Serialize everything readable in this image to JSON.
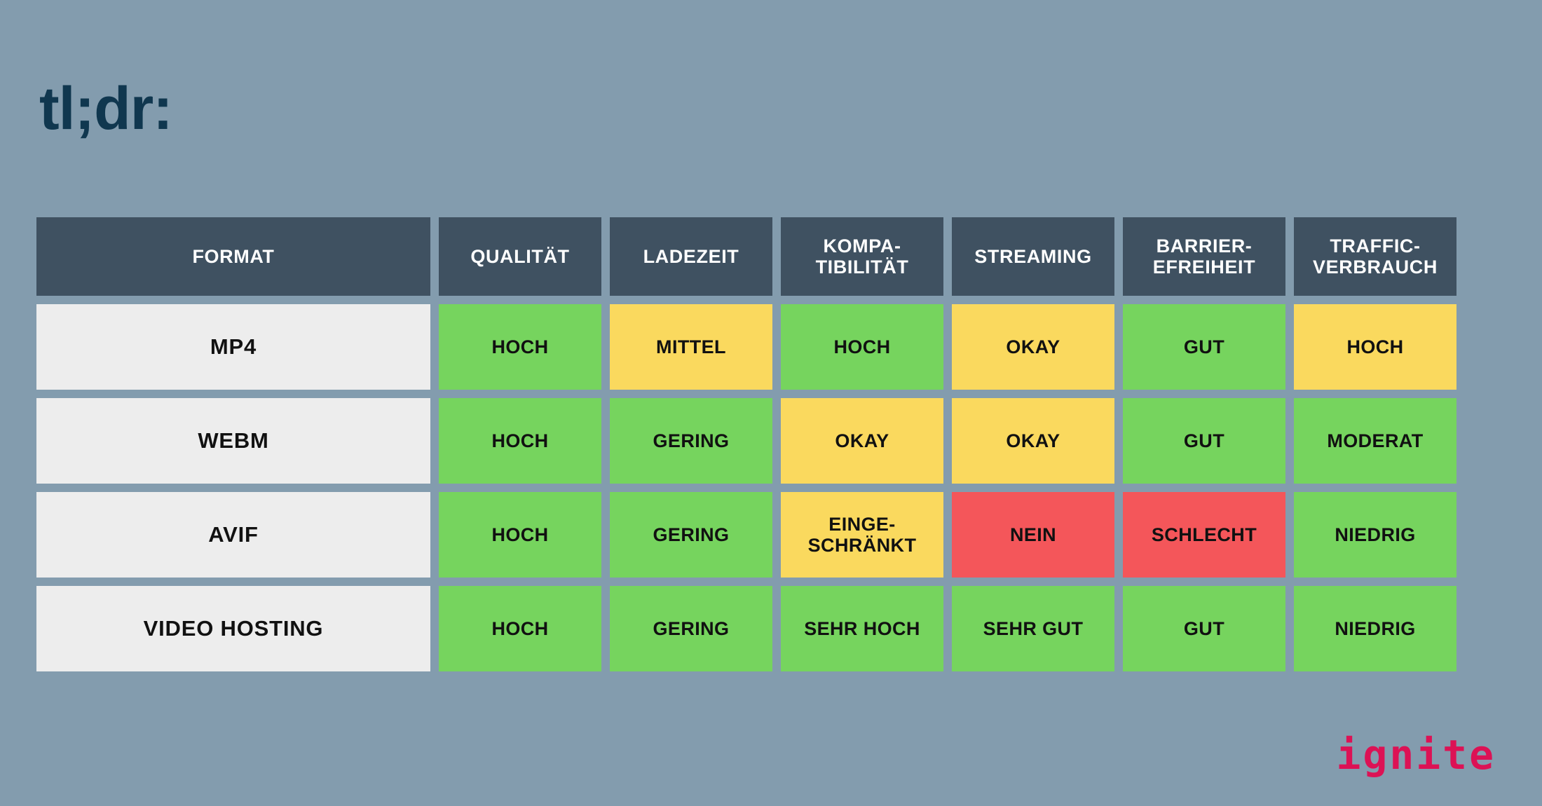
{
  "slide": {
    "title": "tl;dr:",
    "background_color": "#839cae",
    "logo": "ignite",
    "logo_color": "#dc1255"
  },
  "colors": {
    "header_bg": "#3f5161",
    "format_bg": "#ededed",
    "green": "#76d45e",
    "yellow": "#fad95e",
    "red": "#f4565a",
    "title": "#10374f"
  },
  "chart_data": {
    "type": "table",
    "title": "tl;dr:",
    "columns": [
      "FORMAT",
      "QUALITÄT",
      "LADEZEIT",
      "KOMPA-\nTIBILITÄT",
      "STREAMING",
      "BARRIER-\nEFREIHEIT",
      "TRAFFIC-\nVERBRAUCH"
    ],
    "rows": [
      {
        "format": "MP4",
        "cells": [
          {
            "text": "HOCH",
            "rating": "green"
          },
          {
            "text": "MITTEL",
            "rating": "yellow"
          },
          {
            "text": "HOCH",
            "rating": "green"
          },
          {
            "text": "OKAY",
            "rating": "yellow"
          },
          {
            "text": "GUT",
            "rating": "green"
          },
          {
            "text": "HOCH",
            "rating": "yellow"
          }
        ]
      },
      {
        "format": "WEBM",
        "cells": [
          {
            "text": "HOCH",
            "rating": "green"
          },
          {
            "text": "GERING",
            "rating": "green"
          },
          {
            "text": "OKAY",
            "rating": "yellow"
          },
          {
            "text": "OKAY",
            "rating": "yellow"
          },
          {
            "text": "GUT",
            "rating": "green"
          },
          {
            "text": "MODERAT",
            "rating": "green"
          }
        ]
      },
      {
        "format": "AVIF",
        "cells": [
          {
            "text": "HOCH",
            "rating": "green"
          },
          {
            "text": "GERING",
            "rating": "green"
          },
          {
            "text": "EINGE-\nSCHRÄNKT",
            "rating": "yellow"
          },
          {
            "text": "NEIN",
            "rating": "red"
          },
          {
            "text": "SCHLECHT",
            "rating": "red"
          },
          {
            "text": "NIEDRIG",
            "rating": "green"
          }
        ]
      },
      {
        "format": "VIDEO HOSTING",
        "cells": [
          {
            "text": "HOCH",
            "rating": "green"
          },
          {
            "text": "GERING",
            "rating": "green"
          },
          {
            "text": "SEHR HOCH",
            "rating": "green"
          },
          {
            "text": "SEHR GUT",
            "rating": "green"
          },
          {
            "text": "GUT",
            "rating": "green"
          },
          {
            "text": "NIEDRIG",
            "rating": "green"
          }
        ]
      }
    ]
  }
}
